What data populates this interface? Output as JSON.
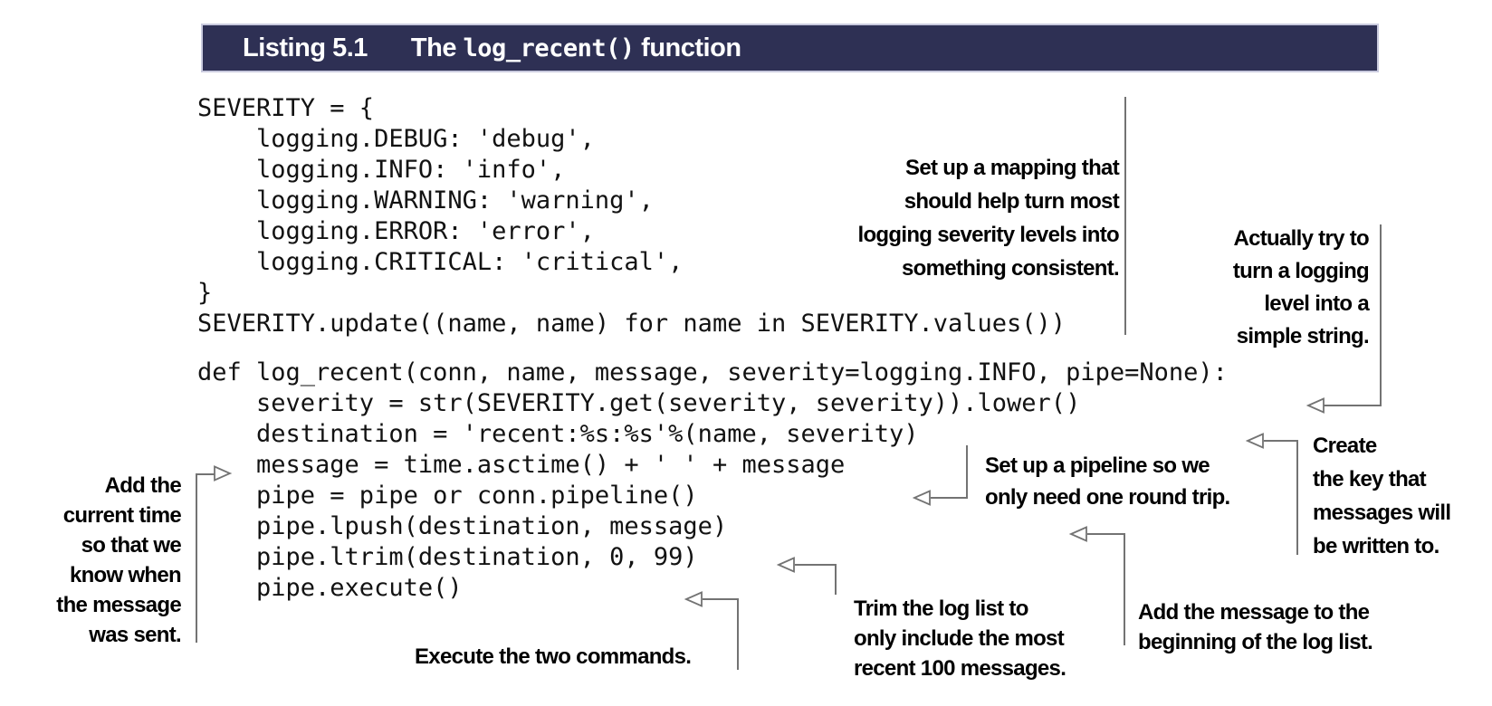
{
  "listing_header": {
    "label": "Listing 5.1",
    "title_prefix": "The ",
    "title_code": "log_recent()",
    "title_suffix": " function",
    "bar_color": "#2e3054",
    "text_color": "#ffffff"
  },
  "code": {
    "severity_block": "SEVERITY = {\n    logging.DEBUG: 'debug',\n    logging.INFO: 'info',\n    logging.WARNING: 'warning',\n    logging.ERROR: 'error',\n    logging.CRITICAL: 'critical',\n}\nSEVERITY.update((name, name) for name in SEVERITY.values())",
    "function_block": "def log_recent(conn, name, message, severity=logging.INFO, pipe=None):\n    severity = str(SEVERITY.get(severity, severity)).lower()\n    destination = 'recent:%s:%s'%(name, severity)\n    message = time.asctime() + ' ' + message\n    pipe = pipe or conn.pipeline()\n    pipe.lpush(destination, message)\n    pipe.ltrim(destination, 0, 99)\n    pipe.execute()"
  },
  "annotations": {
    "mapping": "Set up a mapping that\nshould help turn most\nlogging severity levels into\nsomething consistent.",
    "simple_string": "Actually try to\nturn a logging\nlevel into a\nsimple string.",
    "create_key": "Create\nthe key that\nmessages will\nbe written to.",
    "pipeline": "Set up a pipeline so we\nonly need one round trip.",
    "current_time": "Add the\ncurrent time\nso that we\nknow when\nthe message\nwas sent.",
    "execute": "Execute the two commands.",
    "trim": "Trim the log list to\nonly include the most\nrecent 100 messages.",
    "lpush": "Add the message to the\nbeginning of the log list."
  },
  "connector_color": "#737373"
}
